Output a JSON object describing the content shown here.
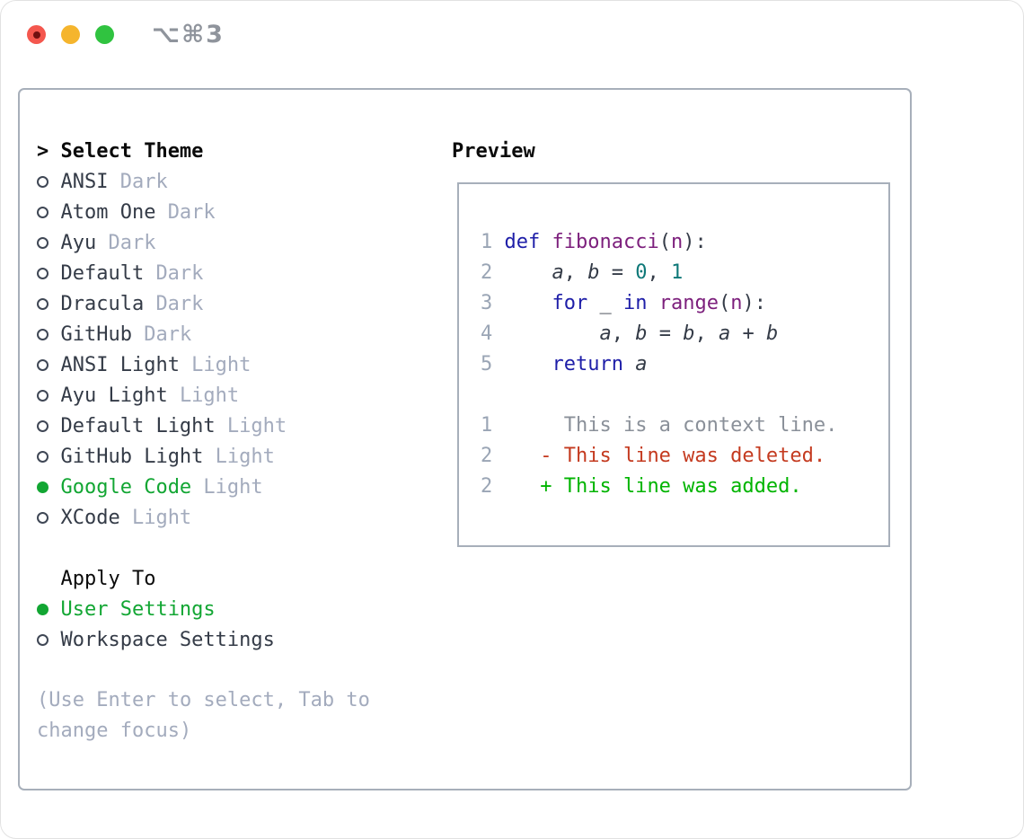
{
  "window": {
    "title": "⌥⌘3"
  },
  "colors": {
    "accent": "#12a633",
    "keyword": "#1e1ea8",
    "name": "#7c1f7c",
    "number": "#0e7878",
    "plain": "#343b47",
    "muted": "#a3abbd",
    "lnum": "#9aa5b5",
    "context": "#8a9099",
    "red": "#c43a1f",
    "green": "#00b400",
    "border": "#a7afba",
    "black": "#0a0a0a",
    "circle": "#3f4755",
    "titlegray": "#8f949c",
    "trafficred": "#f4574e",
    "trafficreddot": "#701010",
    "trafficyellow": "#f5b52d",
    "trafficgreen": "#30c340"
  },
  "theme_picker": {
    "prompt": ">",
    "title": "Select Theme",
    "items": [
      {
        "label": "ANSI",
        "variant": "Dark",
        "selected": false
      },
      {
        "label": "Atom One",
        "variant": "Dark",
        "selected": false
      },
      {
        "label": "Ayu",
        "variant": "Dark",
        "selected": false
      },
      {
        "label": "Default",
        "variant": "Dark",
        "selected": false
      },
      {
        "label": "Dracula",
        "variant": "Dark",
        "selected": false
      },
      {
        "label": "GitHub",
        "variant": "Dark",
        "selected": false
      },
      {
        "label": "ANSI Light",
        "variant": "Light",
        "selected": false
      },
      {
        "label": "Ayu Light",
        "variant": "Light",
        "selected": false
      },
      {
        "label": "Default Light",
        "variant": "Light",
        "selected": false
      },
      {
        "label": "GitHub Light",
        "variant": "Light",
        "selected": false
      },
      {
        "label": "Google Code",
        "variant": "Light",
        "selected": true
      },
      {
        "label": "XCode",
        "variant": "Light",
        "selected": false
      }
    ]
  },
  "apply_to": {
    "title": "Apply To",
    "options": [
      {
        "label": "User Settings",
        "selected": true
      },
      {
        "label": "Workspace Settings",
        "selected": false
      }
    ]
  },
  "help_text": "(Use Enter to select, Tab to change focus)",
  "preview": {
    "title": "Preview",
    "code_lines": [
      {
        "num": "1",
        "tokens": [
          {
            "t": "def",
            "c": "kw"
          },
          {
            "t": " ",
            "c": "pl"
          },
          {
            "t": "fibonacci",
            "c": "fn"
          },
          {
            "t": "(",
            "c": "pl"
          },
          {
            "t": "n",
            "c": "fn"
          },
          {
            "t": "):",
            "c": "pl"
          }
        ]
      },
      {
        "num": "2",
        "tokens": [
          {
            "t": "    ",
            "c": "pl"
          },
          {
            "t": "a",
            "c": "vr"
          },
          {
            "t": ", ",
            "c": "pl"
          },
          {
            "t": "b",
            "c": "vr"
          },
          {
            "t": " = ",
            "c": "pl"
          },
          {
            "t": "0",
            "c": "nm"
          },
          {
            "t": ", ",
            "c": "pl"
          },
          {
            "t": "1",
            "c": "nm"
          }
        ]
      },
      {
        "num": "3",
        "tokens": [
          {
            "t": "    ",
            "c": "pl"
          },
          {
            "t": "for",
            "c": "kw"
          },
          {
            "t": " _ ",
            "c": "pl"
          },
          {
            "t": "in",
            "c": "kw"
          },
          {
            "t": " ",
            "c": "pl"
          },
          {
            "t": "range",
            "c": "fn"
          },
          {
            "t": "(",
            "c": "pl"
          },
          {
            "t": "n",
            "c": "fn"
          },
          {
            "t": "):",
            "c": "pl"
          }
        ]
      },
      {
        "num": "4",
        "tokens": [
          {
            "t": "        ",
            "c": "pl"
          },
          {
            "t": "a",
            "c": "vr"
          },
          {
            "t": ", ",
            "c": "pl"
          },
          {
            "t": "b",
            "c": "vr"
          },
          {
            "t": " = ",
            "c": "pl"
          },
          {
            "t": "b",
            "c": "vr"
          },
          {
            "t": ", ",
            "c": "pl"
          },
          {
            "t": "a",
            "c": "vr"
          },
          {
            "t": " + ",
            "c": "pl"
          },
          {
            "t": "b",
            "c": "vr"
          }
        ]
      },
      {
        "num": "5",
        "tokens": [
          {
            "t": "    ",
            "c": "pl"
          },
          {
            "t": "return",
            "c": "kw"
          },
          {
            "t": " ",
            "c": "pl"
          },
          {
            "t": "a",
            "c": "vr"
          }
        ]
      }
    ],
    "diff_lines": [
      {
        "num": "1",
        "marker": " ",
        "text": "This is a context line.",
        "kind": "context"
      },
      {
        "num": "2",
        "marker": "-",
        "text": "This line was deleted.",
        "kind": "deleted"
      },
      {
        "num": "2",
        "marker": "+",
        "text": "This line was added.",
        "kind": "added"
      }
    ]
  }
}
